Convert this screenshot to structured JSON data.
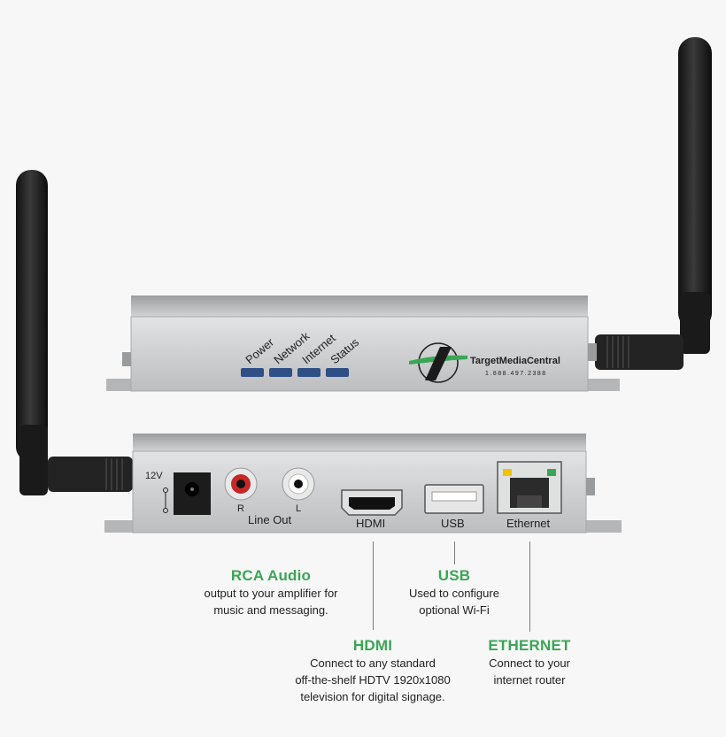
{
  "colors": {
    "accent_green": "#3aa655",
    "chassis": "#c9cacb",
    "antenna": "#1f1f1f",
    "led": "#2f4f86"
  },
  "front_panel": {
    "leds": [
      "Power",
      "Network",
      "Internet",
      "Status"
    ],
    "brand": "TargetMediaCentral",
    "phone": "1.888.497.2388"
  },
  "rear_panel": {
    "voltage": "12V",
    "rca_r": "R",
    "rca_l": "L",
    "line_out": "Line Out",
    "hdmi": "HDMI",
    "usb": "USB",
    "ethernet": "Ethernet"
  },
  "callouts": {
    "rca": {
      "title": "RCA Audio",
      "lines": [
        "output to your amplifier for",
        "music and messaging."
      ]
    },
    "usb": {
      "title": "USB",
      "lines": [
        "Used to configure",
        "optional Wi-Fi"
      ]
    },
    "hdmi": {
      "title": "HDMI",
      "lines": [
        "Connect to any standard",
        "off-the-shelf HDTV 1920x1080",
        "television for digital signage."
      ]
    },
    "ethernet": {
      "title": "ETHERNET",
      "lines": [
        "Connect to your",
        "internet router"
      ]
    }
  },
  "icons": [
    "antenna-icon",
    "logo-icon",
    "dc-polarity-icon"
  ]
}
